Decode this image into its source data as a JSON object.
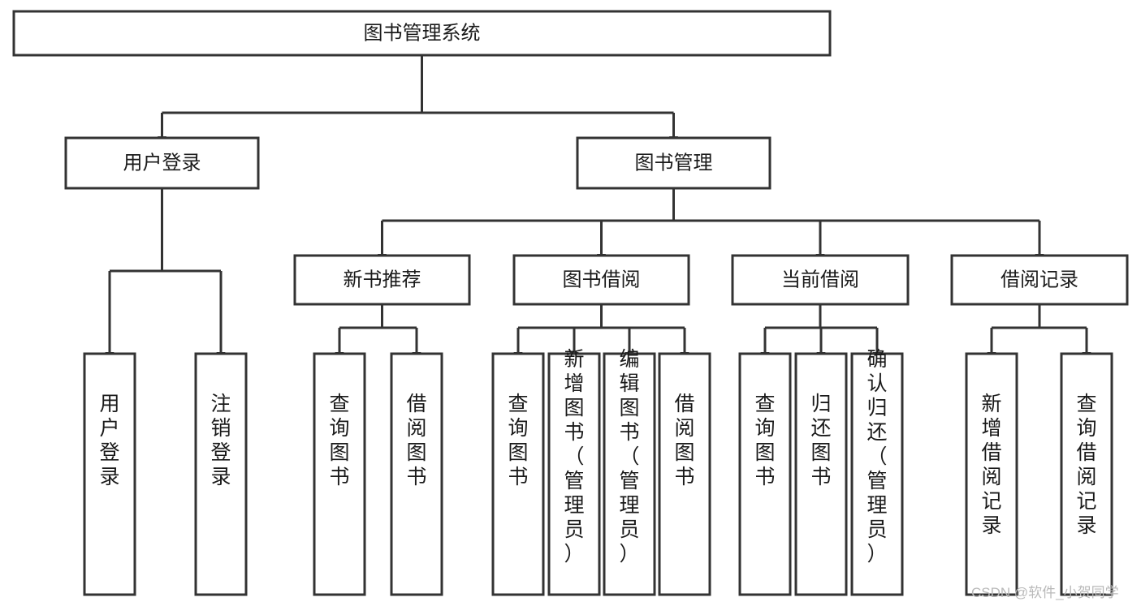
{
  "diagram": {
    "type": "tree-hierarchy",
    "title": "图书管理系统",
    "watermark": "CSDN @软件_小贺同学",
    "colors": {
      "stroke": "#333333",
      "fill": "#ffffff",
      "text": "#1a1a1a",
      "watermark": "#b9b9b9"
    },
    "root": {
      "label": "图书管理系统",
      "orientation": "horizontal"
    },
    "level2": [
      {
        "label": "用户登录",
        "orientation": "horizontal"
      },
      {
        "label": "图书管理",
        "orientation": "horizontal"
      }
    ],
    "level3": [
      {
        "label": "新书推荐",
        "orientation": "horizontal",
        "parent": "图书管理"
      },
      {
        "label": "图书借阅",
        "orientation": "horizontal",
        "parent": "图书管理"
      },
      {
        "label": "当前借阅",
        "orientation": "horizontal",
        "parent": "图书管理"
      },
      {
        "label": "借阅记录",
        "orientation": "horizontal",
        "parent": "图书管理"
      }
    ],
    "leaves": {
      "用户登录": [
        {
          "label": "用户登录",
          "orientation": "vertical"
        },
        {
          "label": "注销登录",
          "orientation": "vertical"
        }
      ],
      "新书推荐": [
        {
          "label": "查询图书",
          "orientation": "vertical"
        },
        {
          "label": "借阅图书",
          "orientation": "vertical"
        }
      ],
      "图书借阅": [
        {
          "label": "查询图书",
          "orientation": "vertical"
        },
        {
          "label": "新增图书（管理员）",
          "orientation": "vertical"
        },
        {
          "label": "编辑图书（管理员）",
          "orientation": "vertical"
        },
        {
          "label": "借阅图书",
          "orientation": "vertical"
        }
      ],
      "当前借阅": [
        {
          "label": "查询图书",
          "orientation": "vertical"
        },
        {
          "label": "归还图书",
          "orientation": "vertical"
        },
        {
          "label": "确认归还（管理员）",
          "orientation": "vertical"
        }
      ],
      "借阅记录": [
        {
          "label": "新增借阅记录",
          "orientation": "vertical"
        },
        {
          "label": "查询借阅记录",
          "orientation": "vertical"
        }
      ]
    }
  }
}
